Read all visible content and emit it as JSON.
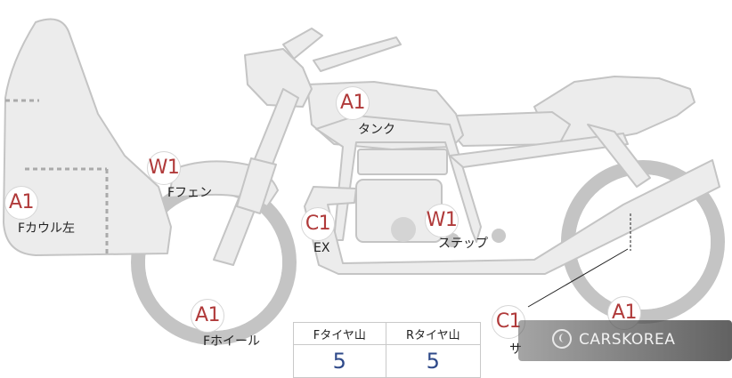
{
  "markers": {
    "fcowl": "A1",
    "ffender": "W1",
    "tank": "A1",
    "ex": "C1",
    "step": "W1",
    "fwheel": "A1",
    "rear_left": "C1",
    "rear_right": "A1"
  },
  "labels": {
    "fcowl": "Fカウル左",
    "ffender": "Fフェン",
    "tank": "タンク",
    "ex": "EX",
    "step": "ステップ",
    "fwheel": "Fホイール",
    "partial": "サ"
  },
  "tread_table": {
    "headers": [
      "Fタイヤ山",
      "Rタイヤ山"
    ],
    "values": [
      "5",
      "5"
    ]
  },
  "watermark": {
    "text": "CARSKOREA"
  },
  "colors": {
    "body_fill": "#ececec",
    "body_stroke": "#c4c4c4",
    "marker_text": "#b03a3a",
    "value_text": "#2f4a8a"
  }
}
